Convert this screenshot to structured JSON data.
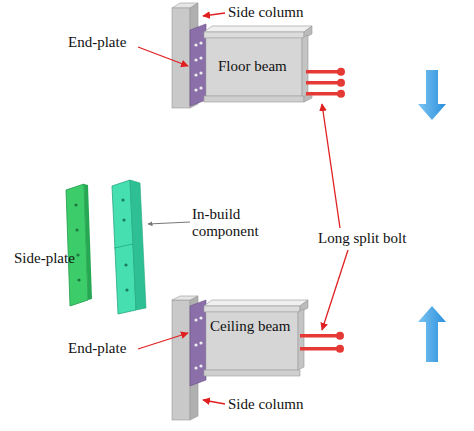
{
  "diagram": {
    "labels": [
      "Side column",
      "End-plate",
      "Floor beam",
      "Side-plate",
      "In-build component",
      "Long split bolt",
      "Ceiling beam",
      "End-plate",
      "Side column"
    ]
  }
}
